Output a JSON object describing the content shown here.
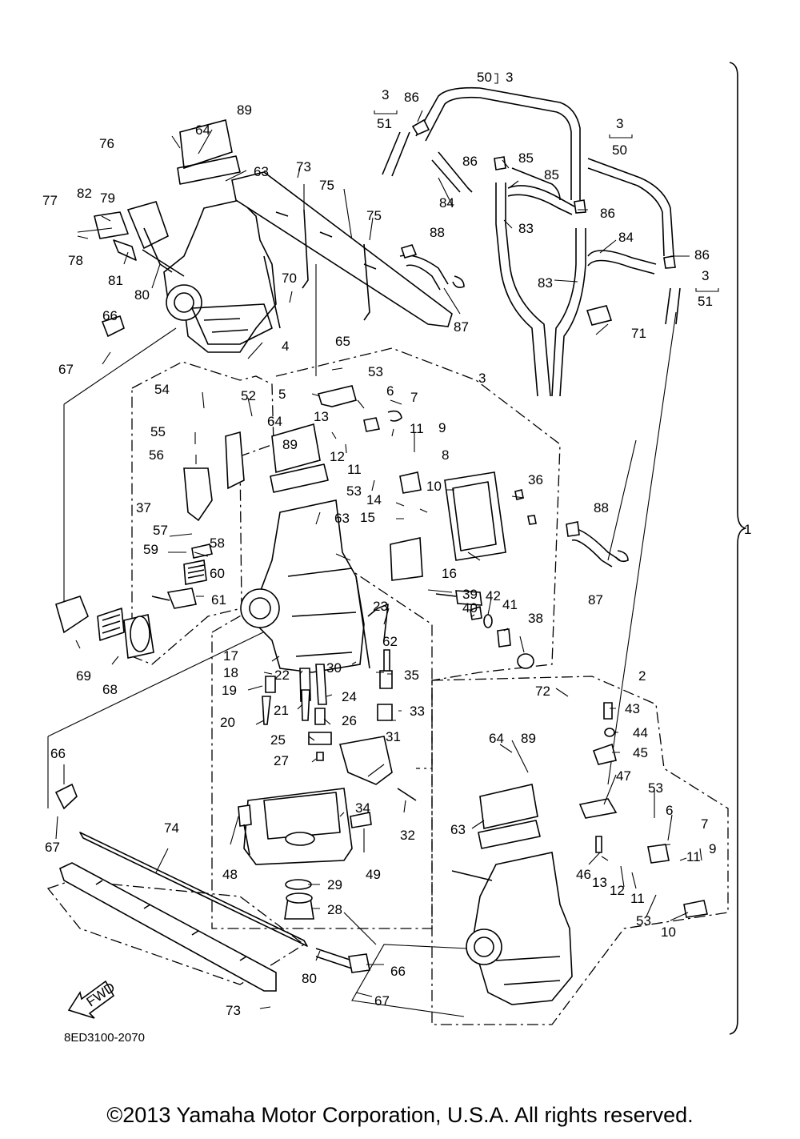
{
  "diagram": {
    "drawing_code": "8ED3100-2070",
    "direction_label": "FWD",
    "group_labels": {
      "assy_top": "3",
      "assy_right": "3",
      "assy_bottom": "3"
    },
    "callouts": [
      "1",
      "2",
      "3",
      "4",
      "5",
      "6",
      "7",
      "8",
      "9",
      "10",
      "11",
      "12",
      "13",
      "14",
      "15",
      "16",
      "17",
      "18",
      "19",
      "20",
      "21",
      "22",
      "23",
      "24",
      "25",
      "26",
      "27",
      "28",
      "29",
      "30",
      "31",
      "32",
      "33",
      "34",
      "35",
      "36",
      "37",
      "38",
      "39",
      "40",
      "41",
      "42",
      "43",
      "44",
      "45",
      "46",
      "47",
      "48",
      "49",
      "50",
      "51",
      "52",
      "53",
      "54",
      "55",
      "56",
      "57",
      "58",
      "59",
      "60",
      "61",
      "62",
      "63",
      "64",
      "65",
      "66",
      "67",
      "68",
      "69",
      "70",
      "71",
      "72",
      "73",
      "74",
      "75",
      "76",
      "77",
      "78",
      "79",
      "80",
      "81",
      "82",
      "83",
      "84",
      "85",
      "86",
      "87",
      "88",
      "89"
    ]
  },
  "footer": {
    "copyright": "©2013 Yamaha Motor Corporation, U.S.A. All rights reserved."
  }
}
